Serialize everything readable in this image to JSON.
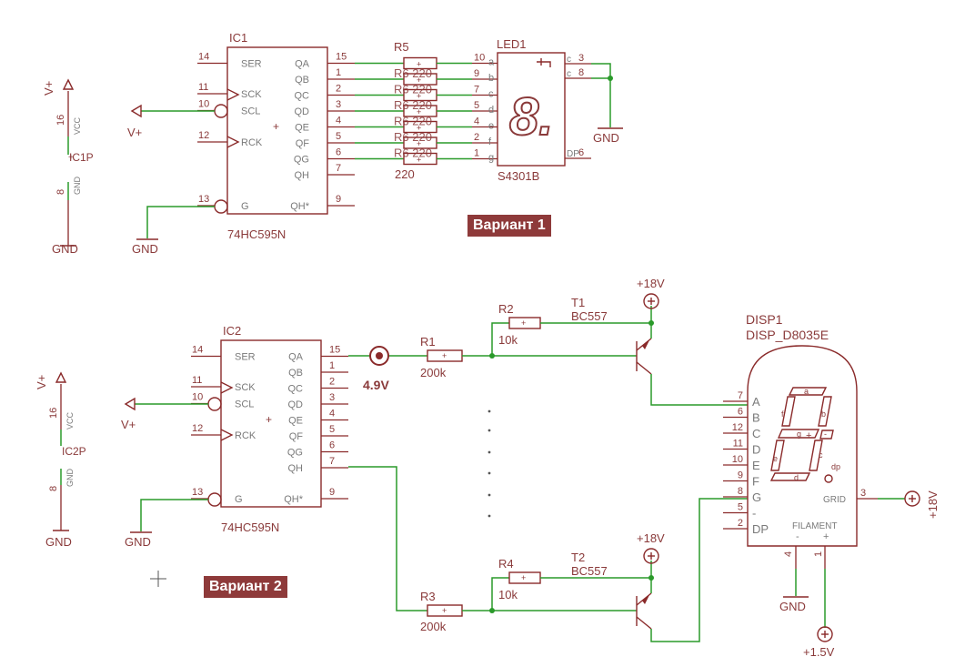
{
  "ic1": {
    "name": "IC1",
    "value": "74HC595N",
    "left_pins": [
      {
        "num": "14",
        "label": "SER"
      },
      {
        "num": "11",
        "label": "SCK"
      },
      {
        "num": "10",
        "label": "SCL"
      },
      {
        "num": "12",
        "label": "RCK"
      },
      {
        "num": "13",
        "label": "G"
      }
    ],
    "right_pins": [
      {
        "num": "15",
        "label": "QA"
      },
      {
        "num": "1",
        "label": "QB"
      },
      {
        "num": "2",
        "label": "QC"
      },
      {
        "num": "3",
        "label": "QD"
      },
      {
        "num": "4",
        "label": "QE"
      },
      {
        "num": "5",
        "label": "QF"
      },
      {
        "num": "6",
        "label": "QG"
      },
      {
        "num": "7",
        "label": "QH"
      },
      {
        "num": "9",
        "label": "QH*"
      }
    ]
  },
  "ic1p": {
    "name": "IC1P",
    "vcc_pin": "16",
    "vcc_label": "VCC",
    "gnd_pin": "8",
    "gnd_label": "GND",
    "vplus": "V+",
    "gnd": "GND"
  },
  "ic1_misc": {
    "vplus": "V+",
    "gnd": "GND"
  },
  "resistors_top": {
    "first_name": "R5",
    "label_overlap": "R6 220",
    "value": "220"
  },
  "led1": {
    "name": "LED1",
    "value": "S4301B",
    "left_pins": [
      {
        "num": "10",
        "label": "a"
      },
      {
        "num": "9",
        "label": "b"
      },
      {
        "num": "7",
        "label": "c"
      },
      {
        "num": "5",
        "label": "d"
      },
      {
        "num": "4",
        "label": "e"
      },
      {
        "num": "2",
        "label": "f"
      },
      {
        "num": "1",
        "label": "g"
      }
    ],
    "right_pins": [
      {
        "num": "3",
        "label": "c"
      },
      {
        "num": "8",
        "label": "c"
      },
      {
        "num": "6",
        "label": "DP"
      }
    ],
    "gnd": "GND",
    "glyph": "8."
  },
  "variant1": "Вариант 1",
  "ic2": {
    "name": "IC2",
    "value": "74HC595N",
    "left_pins": [
      {
        "num": "14",
        "label": "SER"
      },
      {
        "num": "11",
        "label": "SCK"
      },
      {
        "num": "10",
        "label": "SCL"
      },
      {
        "num": "12",
        "label": "RCK"
      },
      {
        "num": "13",
        "label": "G"
      }
    ],
    "right_pins": [
      {
        "num": "15",
        "label": "QA"
      },
      {
        "num": "1",
        "label": "QB"
      },
      {
        "num": "2",
        "label": "QC"
      },
      {
        "num": "3",
        "label": "QD"
      },
      {
        "num": "4",
        "label": "QE"
      },
      {
        "num": "5",
        "label": "QF"
      },
      {
        "num": "6",
        "label": "QG"
      },
      {
        "num": "7",
        "label": "QH"
      },
      {
        "num": "9",
        "label": "QH*"
      }
    ]
  },
  "ic2p": {
    "name": "IC2P",
    "vcc_pin": "16",
    "vcc_label": "VCC",
    "gnd_pin": "8",
    "gnd_label": "GND",
    "vplus": "V+",
    "gnd": "GND"
  },
  "ic2_misc": {
    "vplus": "V+",
    "gnd": "GND"
  },
  "testpoint": "4.9V",
  "r1": {
    "name": "R1",
    "value": "200k"
  },
  "r2": {
    "name": "R2",
    "value": "10k"
  },
  "r3": {
    "name": "R3",
    "value": "200k"
  },
  "r4": {
    "name": "R4",
    "value": "10k"
  },
  "t1": {
    "name": "T1",
    "value": "BC557",
    "supply": "+18V"
  },
  "t2": {
    "name": "T2",
    "value": "BC557",
    "supply": "+18V"
  },
  "disp1": {
    "name": "DISP1",
    "value": "DISP_D8035E",
    "pins": [
      {
        "num": "7",
        "label": "A"
      },
      {
        "num": "6",
        "label": "B"
      },
      {
        "num": "12",
        "label": "C"
      },
      {
        "num": "11",
        "label": "D"
      },
      {
        "num": "10",
        "label": "E"
      },
      {
        "num": "9",
        "label": "F"
      },
      {
        "num": "8",
        "label": "G"
      },
      {
        "num": "5",
        "label": "-"
      },
      {
        "num": "2",
        "label": "DP"
      }
    ],
    "grid_label": "GRID",
    "grid_pin": "3",
    "filament_label": "FILAMENT",
    "fil_minus": "-",
    "fil_plus": "+",
    "fil_pin_left": "4",
    "fil_pin_right": "1",
    "segments": {
      "a": "a",
      "b": "b",
      "c": "c",
      "d": "d",
      "e": "e",
      "f": "f",
      "g": "g",
      "plus": "+",
      "minus": "-",
      "dp": "dp"
    },
    "grid_supply": "+18V",
    "gnd": "GND",
    "fil_supply": "+1.5V"
  },
  "variant2": "Вариант 2"
}
